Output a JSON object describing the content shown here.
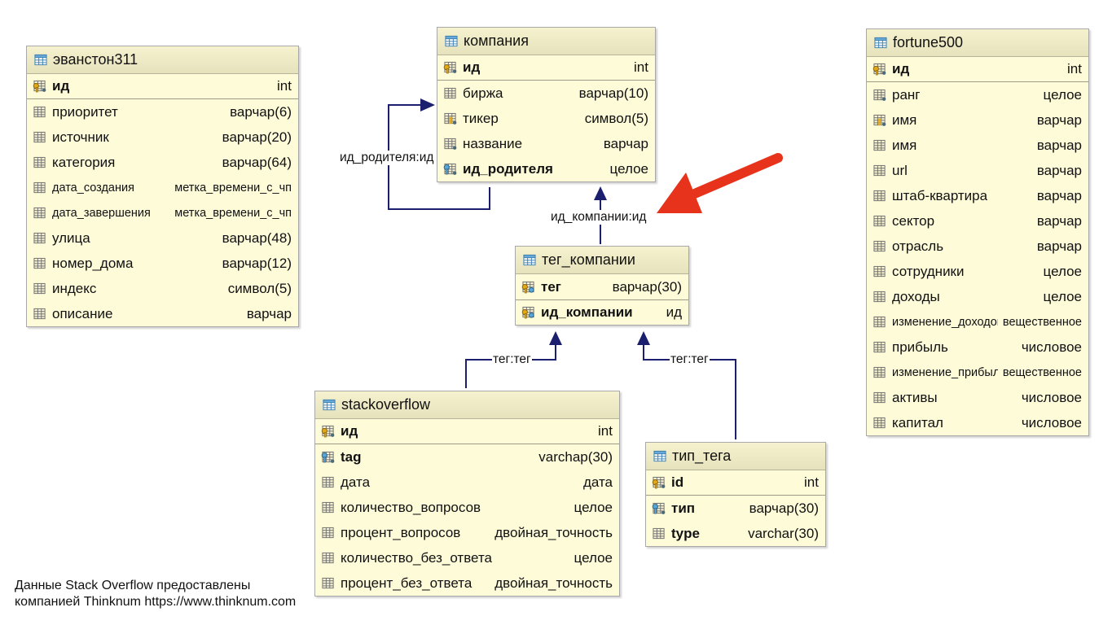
{
  "tables": [
    {
      "id": "evanston311",
      "title": "эванстон311",
      "columns": [
        {
          "name": "ид",
          "type": "int",
          "icon": "pk-icon",
          "bold": true,
          "pk": true
        },
        {
          "name": "приоритет",
          "type": "варчар(6)",
          "icon": "column-icon"
        },
        {
          "name": "источник",
          "type": "варчар(20)",
          "icon": "column-icon"
        },
        {
          "name": "категория",
          "type": "варчар(64)",
          "icon": "column-icon"
        },
        {
          "name": "дата_создания",
          "type": "метка_времени_с_чп",
          "icon": "column-icon",
          "small": true
        },
        {
          "name": "дата_завершения",
          "type": "метка_времени_с_чп",
          "icon": "column-icon",
          "small": true
        },
        {
          "name": "улица",
          "type": "варчар(48)",
          "icon": "column-icon"
        },
        {
          "name": "номер_дома",
          "type": "варчар(12)",
          "icon": "column-icon"
        },
        {
          "name": "индекс",
          "type": "символ(5)",
          "icon": "column-icon"
        },
        {
          "name": "описание",
          "type": "варчар",
          "icon": "column-icon"
        }
      ]
    },
    {
      "id": "company",
      "title": "компания",
      "columns": [
        {
          "name": "ид",
          "type": "int",
          "icon": "pk-icon",
          "bold": true,
          "pk": true
        },
        {
          "name": "биржа",
          "type": "варчар(10)",
          "icon": "column-icon"
        },
        {
          "name": "тикер",
          "type": "символ(5)",
          "icon": "unique-column-icon"
        },
        {
          "name": "название",
          "type": "варчар",
          "icon": "notnull-column-icon"
        },
        {
          "name": "ид_родителя",
          "type": "целое",
          "icon": "fk-icon",
          "bold": true
        }
      ]
    },
    {
      "id": "tag_company",
      "title": "тег_компании",
      "columns": [
        {
          "name": "тег",
          "type": "варчар(30)",
          "icon": "pk-fk-icon",
          "bold": true
        },
        {
          "name": "ид_компании",
          "type": "ид",
          "icon": "pk-fk-icon",
          "bold": true,
          "pk_top": true
        }
      ]
    },
    {
      "id": "stackoverflow",
      "title": "stackoverflow",
      "columns": [
        {
          "name": "ид",
          "type": "int",
          "icon": "pk-icon",
          "bold": true,
          "pk": true
        },
        {
          "name": "tag",
          "type": "varchap(30)",
          "icon": "fk-icon",
          "bold": true
        },
        {
          "name": "дата",
          "type": "дата",
          "icon": "column-icon"
        },
        {
          "name": "количество_вопросов",
          "type": "целое",
          "icon": "column-icon"
        },
        {
          "name": "процент_вопросов",
          "type": "двойная_точность",
          "icon": "column-icon"
        },
        {
          "name": "количество_без_ответа",
          "type": "целое",
          "icon": "column-icon"
        },
        {
          "name": "процент_без_ответа",
          "type": "двойная_точность",
          "icon": "column-icon"
        }
      ]
    },
    {
      "id": "tag_type",
      "title": "тип_тега",
      "columns": [
        {
          "name": "id",
          "type": "int",
          "icon": "pk-icon",
          "bold": true,
          "pk": true
        },
        {
          "name": "тип",
          "type": "варчар(30)",
          "icon": "fk-icon",
          "bold": true
        },
        {
          "name": "type",
          "type": "varchar(30)",
          "icon": "column-icon",
          "bold": true
        }
      ]
    },
    {
      "id": "fortune500",
      "title": "fortune500",
      "columns": [
        {
          "name": "ид",
          "type": "int",
          "icon": "pk-icon",
          "bold": true,
          "pk": true
        },
        {
          "name": "ранг",
          "type": "целое",
          "icon": "notnull-column-icon"
        },
        {
          "name": "имя",
          "type": "варчар",
          "icon": "unique-column-icon"
        },
        {
          "name": "имя",
          "type": "варчар",
          "icon": "column-icon"
        },
        {
          "name": "url",
          "type": "варчар",
          "icon": "column-icon"
        },
        {
          "name": "штаб-квартира",
          "type": "варчар",
          "icon": "column-icon"
        },
        {
          "name": "сектор",
          "type": "варчар",
          "icon": "column-icon"
        },
        {
          "name": "отрасль",
          "type": "варчар",
          "icon": "column-icon"
        },
        {
          "name": "сотрудники",
          "type": "целое",
          "icon": "column-icon"
        },
        {
          "name": "доходы",
          "type": "целое",
          "icon": "column-icon"
        },
        {
          "name": "изменение_доходов",
          "type": "вещественное",
          "icon": "column-icon",
          "small": true
        },
        {
          "name": "прибыль",
          "type": "числовое",
          "icon": "column-icon"
        },
        {
          "name": "изменение_прибыли",
          "type": "вещественное",
          "icon": "column-icon",
          "small": true
        },
        {
          "name": "активы",
          "type": "числовое",
          "icon": "column-icon"
        },
        {
          "name": "капитал",
          "type": "числовое",
          "icon": "column-icon"
        }
      ]
    }
  ],
  "relations": {
    "parent": "ид_родителя:ид",
    "company_id": "ид_компании:ид",
    "tag_left": "тег:тег",
    "tag_right": "тег:тег"
  },
  "colors": {
    "table_bg": "#fefbd9",
    "connector": "#1b1f6e",
    "arrow": "#e8331c"
  },
  "footer": {
    "line1": "Данные Stack Overflow предоставлены",
    "line2": "компанией Thinknum https://www.thinknum.com"
  }
}
